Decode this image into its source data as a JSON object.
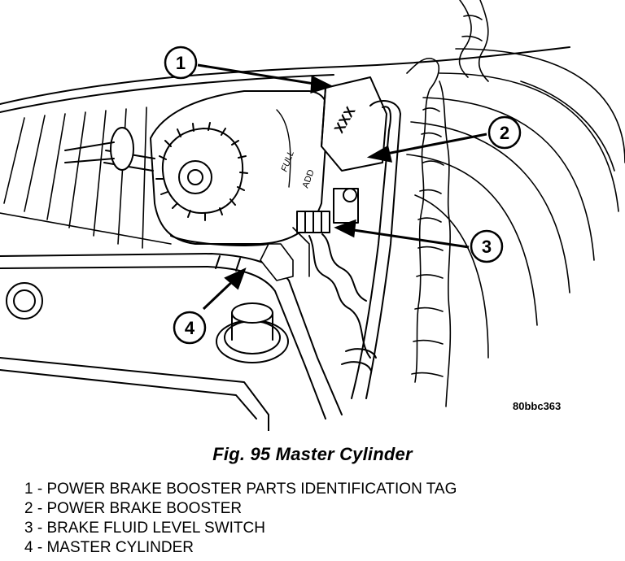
{
  "figure_id": "80bbc363",
  "stamp_text": "XXX",
  "reservoir_marks": {
    "full": "FULL",
    "add": "ADD"
  },
  "callouts": [
    {
      "number": "1"
    },
    {
      "number": "2"
    },
    {
      "number": "3"
    },
    {
      "number": "4"
    }
  ],
  "caption": "Fig. 95 Master Cylinder",
  "legend": [
    "1 - POWER BRAKE BOOSTER PARTS IDENTIFICATION TAG",
    "2 - POWER BRAKE BOOSTER",
    "3 - BRAKE FLUID LEVEL SWITCH",
    "4 - MASTER CYLINDER"
  ]
}
